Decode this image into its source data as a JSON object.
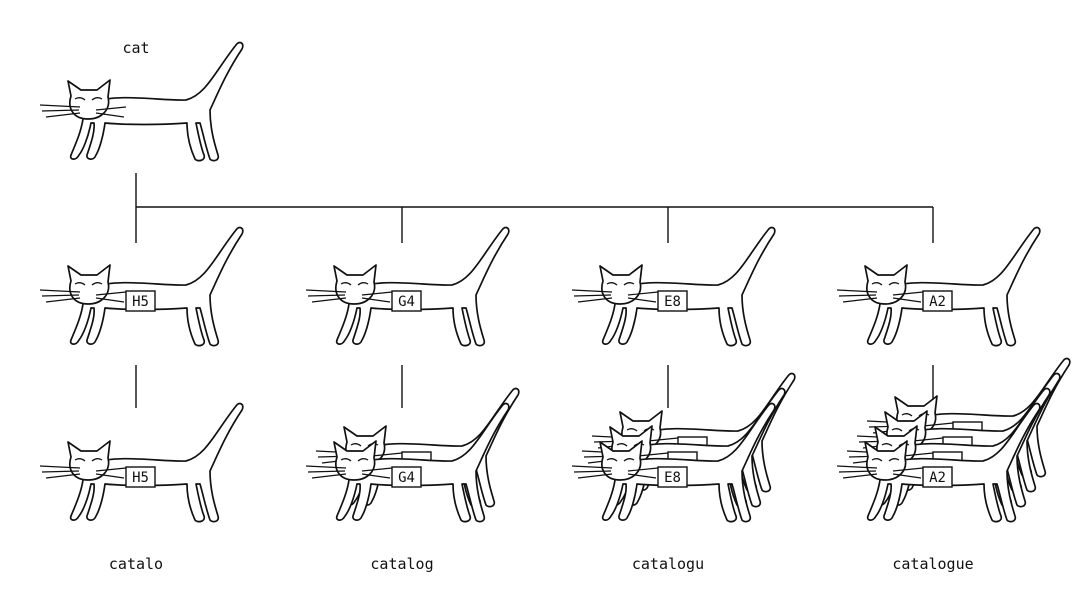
{
  "root": {
    "label": "cat"
  },
  "branches": [
    {
      "tag": "H5",
      "label": "catalo",
      "copies": 1
    },
    {
      "tag": "G4",
      "label": "catalog",
      "copies": 2
    },
    {
      "tag": "E8",
      "label": "catalogu",
      "copies": 3
    },
    {
      "tag": "A2",
      "label": "catalogue",
      "copies": 4
    }
  ]
}
